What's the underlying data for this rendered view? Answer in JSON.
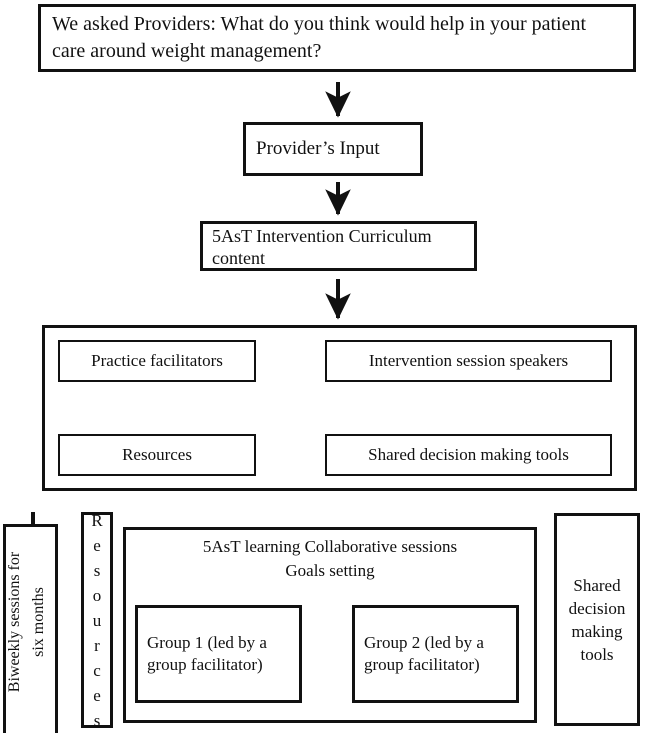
{
  "diagram": {
    "title_box": {
      "text": "We asked Providers: What do you think would help in your patient care around weight management?"
    },
    "provider_input_box": {
      "text": "Provider’s Input"
    },
    "curriculum_box": {
      "text": "5AsT Intervention Curriculum content"
    },
    "components_panel": {
      "boxes": [
        {
          "label": "Practice facilitators"
        },
        {
          "label": "Intervention session speakers"
        },
        {
          "label": "Resources"
        },
        {
          "label": "Shared decision making tools"
        }
      ]
    },
    "bottom_row": {
      "biweekly_box": {
        "text": "Biweekly sessions for\nsix months"
      },
      "resources_column": {
        "letters": [
          "R",
          "e",
          "s",
          "o",
          "u",
          "r",
          "c",
          "e",
          "s"
        ],
        "text": "Resources"
      },
      "collaborative_panel": {
        "title": "5AsT learning Collaborative sessions\nGoals setting",
        "groups": [
          {
            "label": "Group 1 (led by a group facilitator)"
          },
          {
            "label": "Group 2 (led by a group facilitator)"
          }
        ]
      },
      "shared_decision_box": {
        "text": "Shared decision making tools"
      }
    },
    "connectors": [
      {
        "name": "question-to-provider",
        "direction": "down"
      },
      {
        "name": "provider-to-curriculum",
        "direction": "down"
      },
      {
        "name": "curriculum-to-components",
        "direction": "down"
      },
      {
        "name": "components-cross-arrows",
        "direction": "bidirectional"
      },
      {
        "name": "goals-to-group1",
        "direction": "down-left"
      },
      {
        "name": "goals-to-group2",
        "direction": "down-right"
      },
      {
        "name": "biweekly-timeline-arrow",
        "direction": "down"
      }
    ],
    "colors": {
      "stroke": "#111111",
      "background": "#ffffff"
    }
  }
}
